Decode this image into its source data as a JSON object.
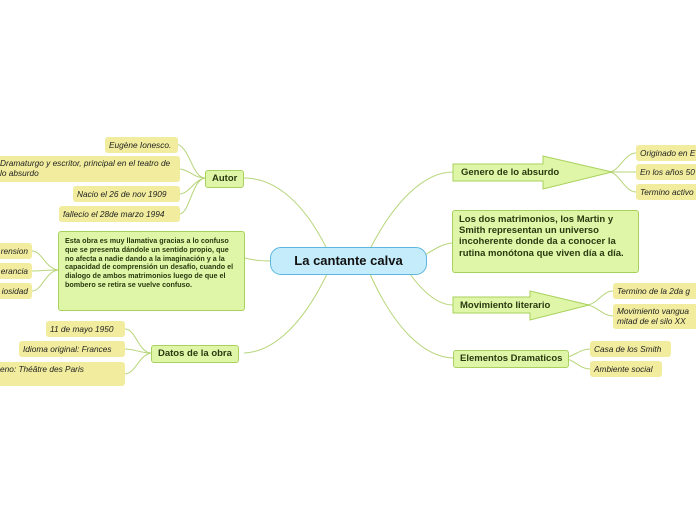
{
  "center": {
    "label": "La cantante calva"
  },
  "autor": {
    "label": "Autor",
    "items": [
      "Eugène Ionesco.",
      "Dramaturgo y escritor, principal en el teatro de lo absurdo",
      "Nacio el 26 de nov 1909",
      "fallecio el 28de marzo 1994"
    ]
  },
  "description": {
    "text": "Esta obra es muy llamativa gracias a lo confuso que se presenta dándole un sentido propio, que no afecta a nadie dando a la imaginación y a la capacidad de comprensión un desafío, cuando el dialogo de ambos matrimonios luego de que el bombero se retira se vuelve confuso.",
    "items": [
      "rension",
      "erancia",
      "iosidad"
    ]
  },
  "datos": {
    "label": "Datos de la obra",
    "items": [
      "11 de mayo 1950",
      "Idioma original: Frances",
      "eno: Théâtre des Paris"
    ]
  },
  "genero": {
    "label": "Genero de lo absurdo",
    "items": [
      "Originado en E",
      "En los años 50",
      "Termino activo"
    ]
  },
  "matrimonios": {
    "text": "Los dos matrimonios, los Martin y Smith representan un universo incoherente donde da a conocer la rutina monótona que viven día a día."
  },
  "movimiento": {
    "label": "Movimiento literario",
    "items": [
      "Termino de la 2da g",
      "Movimiento vangua mitad de el silo XX"
    ]
  },
  "elementos": {
    "label": "Elementos Dramaticos",
    "items": [
      "Casa de los Smith",
      "Ambiente social"
    ]
  },
  "colors": {
    "line": "#b7d57a",
    "main_fill": "#dff6a8",
    "main_border": "#a9d15e",
    "leaf_fill": "#f1ec9e",
    "center_fill": "#c5ecfb",
    "center_border": "#5bb7e0"
  }
}
